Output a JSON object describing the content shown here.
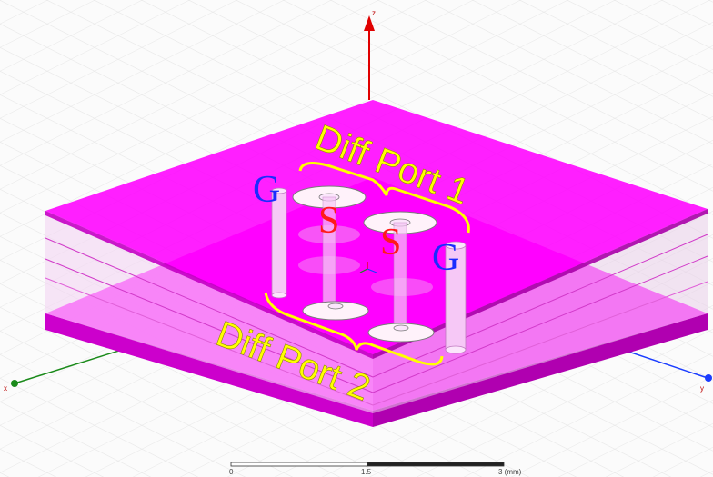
{
  "viewport": {
    "axis_z_label": "z",
    "axis_x_label": "x",
    "axis_y_label": "y"
  },
  "annotations": {
    "port1": "Diff Port 1",
    "port2": "Diff Port 2",
    "ground_left": "G",
    "ground_right": "G",
    "signal_left": "S",
    "signal_right": "S"
  },
  "scale_bar": {
    "tick_0": "0",
    "tick_mid": "1.5",
    "tick_end": "3 (mm)"
  },
  "colors": {
    "substrate": "#ff00ff",
    "annotation": "#ffff00",
    "ground": "#1a2bff",
    "signal": "#ff1a1a",
    "axis_z": "#e00000",
    "axis_x": "#1a8a1a",
    "axis_y": "#1a3cff"
  }
}
